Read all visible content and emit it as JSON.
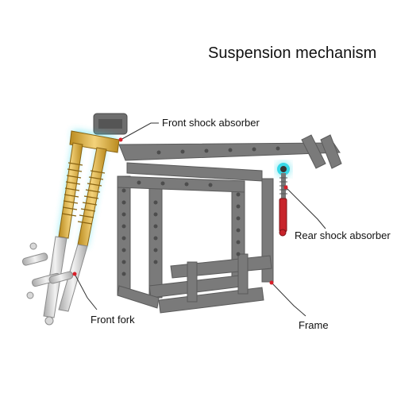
{
  "title": "Suspension mechanism",
  "callouts": {
    "front_shock": "Front shock absorber",
    "rear_shock": "Rear shock absorber",
    "front_fork": "Front fork",
    "frame": "Frame"
  },
  "colors": {
    "leader_line": "#333333",
    "leader_dot": "#d8202a",
    "frame_gray": "#7a7a7a",
    "shock_gold": "#d9a937",
    "glow_cyan": "#37d9e8",
    "fork_silver": "#c9c9c9",
    "rear_shock_red": "#c8242b"
  }
}
